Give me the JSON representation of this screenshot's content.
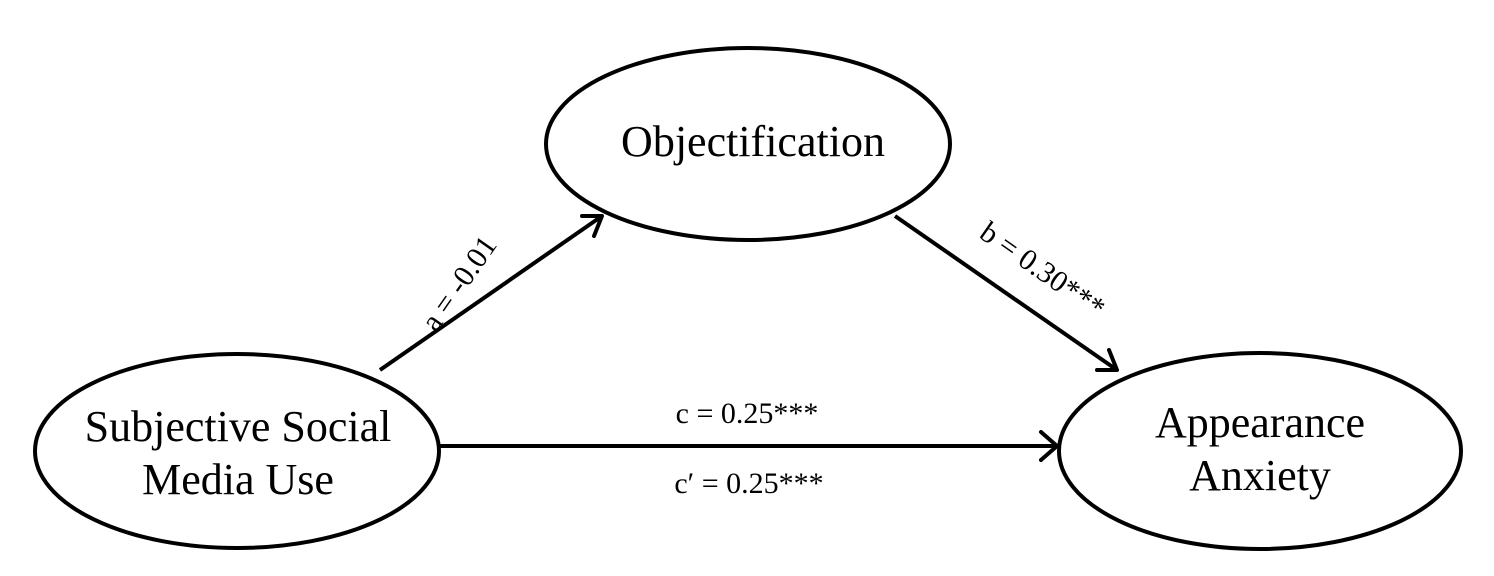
{
  "nodes": {
    "mediator": {
      "label": "Objectification"
    },
    "predictor": {
      "line1": "Subjective Social",
      "line2": "Media Use"
    },
    "outcome": {
      "line1": "Appearance",
      "line2": "Anxiety"
    }
  },
  "paths": {
    "a": "a = -0.01",
    "b": "b = 0.30***",
    "c": "c = 0.25***",
    "c_prime": "c′ = 0.25***"
  }
}
